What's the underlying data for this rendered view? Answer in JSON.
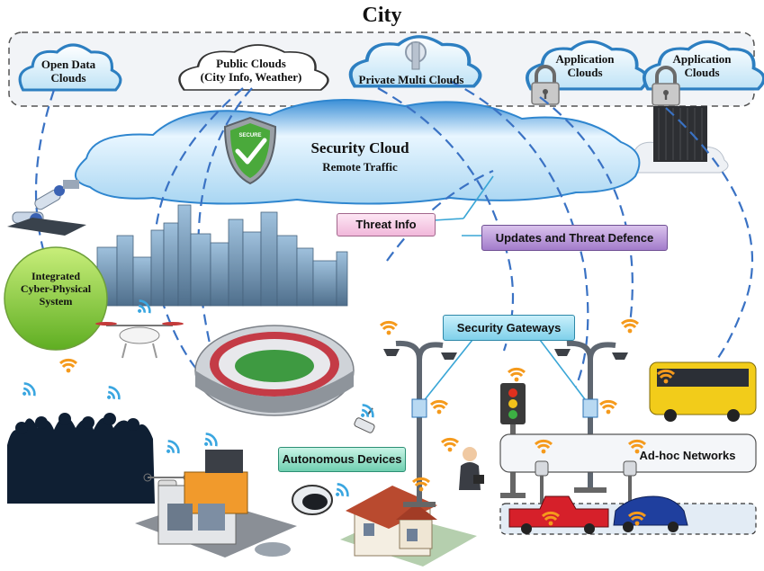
{
  "title": "City",
  "clouds": {
    "open_data": [
      "Open Data",
      "Clouds"
    ],
    "public": [
      "Public Clouds",
      "(City Info, Weather)"
    ],
    "private": "Private  Multi Clouds",
    "application_1": [
      "Application",
      "Clouds"
    ],
    "application_2": [
      "Application",
      "Clouds"
    ]
  },
  "security_cloud": {
    "title": "Security Cloud",
    "subtitle": "Remote Traffic",
    "badge": "SECURE"
  },
  "labels": {
    "threat_info": "Threat Info",
    "updates": "Updates and  Threat Defence",
    "security_gateways": "Security Gateways",
    "autonomous_devices": "Autonomous Devices",
    "adhoc_networks": "Ad-hoc Networks",
    "integrated_system": [
      "Integrated",
      "Cyber-Physical",
      "System"
    ]
  },
  "icons": [
    "cloud-icon",
    "padlock-icon",
    "server-rack-icon",
    "shield-icon",
    "wifi-icon",
    "signal-icon",
    "robot-arm-icon",
    "drone-icon",
    "stadium-icon",
    "street-lamp-icon",
    "traffic-light-icon",
    "bus-icon",
    "car-icon",
    "truck-icon",
    "house-icon",
    "crowd-icon",
    "camera-icon",
    "parking-meter-icon",
    "person-icon"
  ],
  "colors": {
    "dashed_link": "#3a72c4",
    "solid_link": "#3aa6d6",
    "threat_box": "#f1b7da",
    "updates_box": "#a37ccb",
    "gateway_box": "#7fd0ea",
    "autonomous_box": "#6fcfb0",
    "integrated_circle": "#8ccf3f",
    "wifi_orange": "#f59a1c",
    "signal_blue": "#3aa6e0"
  }
}
